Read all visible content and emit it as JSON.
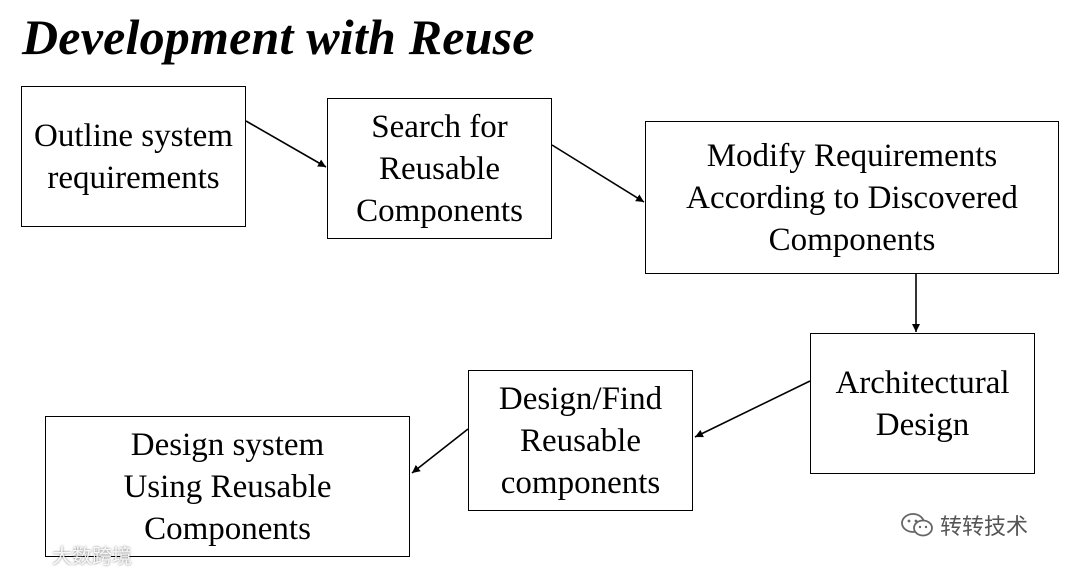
{
  "title": "Development with Reuse",
  "boxes": {
    "outline": "Outline system\nrequirements",
    "search": "Search for\nReusable\nComponents",
    "modify": "Modify Requirements\nAccording to Discovered\nComponents",
    "architectural": "Architectural\nDesign",
    "design_find": "Design/Find\nReusable\ncomponents",
    "design_system": "Design system\nUsing Reusable\nComponents"
  },
  "watermarks": {
    "right": "转转技术",
    "left": "大数跨境"
  }
}
